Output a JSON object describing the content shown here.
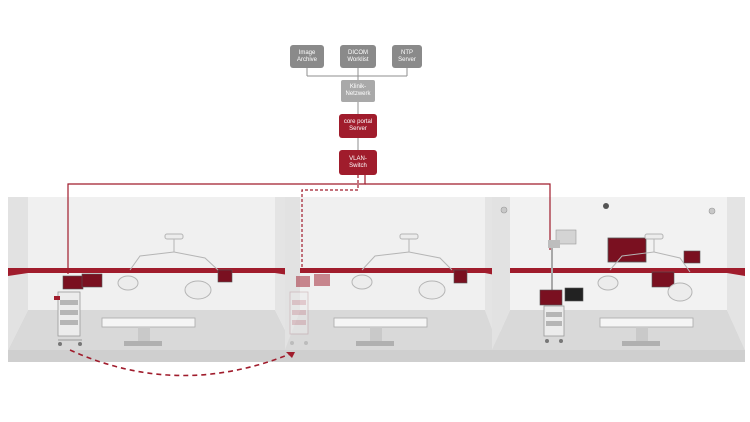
{
  "diagram": {
    "nodes": {
      "image_archive": {
        "line1": "Image",
        "line2": "Archive"
      },
      "dicom_worklist": {
        "line1": "DICOM",
        "line2": "Worklist"
      },
      "ntp_server": {
        "line1": "NTP",
        "line2": "Server"
      },
      "klinik_netzwerk": {
        "line1": "Klinik-",
        "line2": "Netzwerk"
      },
      "core_portal_server": {
        "line1": "core portal",
        "line2": "Server"
      },
      "vlan_switch": {
        "line1": "VLAN-",
        "line2": "Switch"
      }
    },
    "colors": {
      "accent": "#a01c2c",
      "node_gray": "#8a8a8a",
      "network_gray": "#a9a9a9",
      "room_wall": "#e9e9e9",
      "room_floor": "#d8d8d8"
    },
    "rooms": [
      "operating-room-1",
      "operating-room-2",
      "operating-room-3"
    ],
    "icons": [
      "medical-cart-icon",
      "surgical-light-icon",
      "operating-table-icon",
      "monitor-icon",
      "ceiling-camera-icon"
    ]
  }
}
